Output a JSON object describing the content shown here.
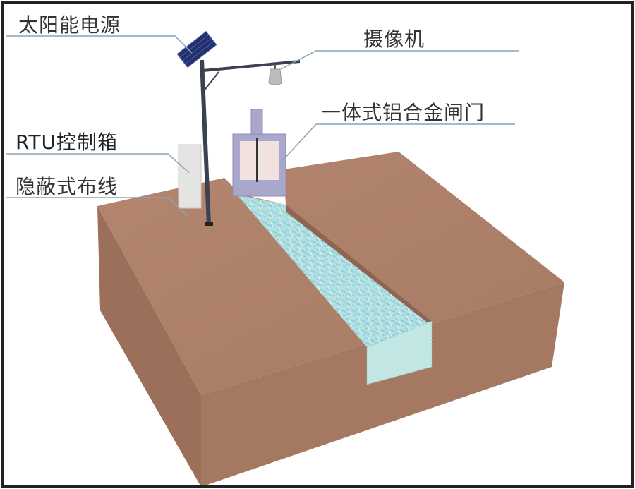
{
  "labels": {
    "solar_power": "太阳能电源",
    "camera": "摄像机",
    "gate": "一体式铝合金闸门",
    "rtu_box": "RTU控制箱",
    "hidden_wiring": "隐蔽式布线"
  },
  "colors": {
    "soil": "#a97c65",
    "water": "#a9dadd",
    "gate": "#aaa7cc",
    "pole": "#3b4150",
    "panel": "#23306e",
    "leader_line": "#8aa3b5"
  }
}
